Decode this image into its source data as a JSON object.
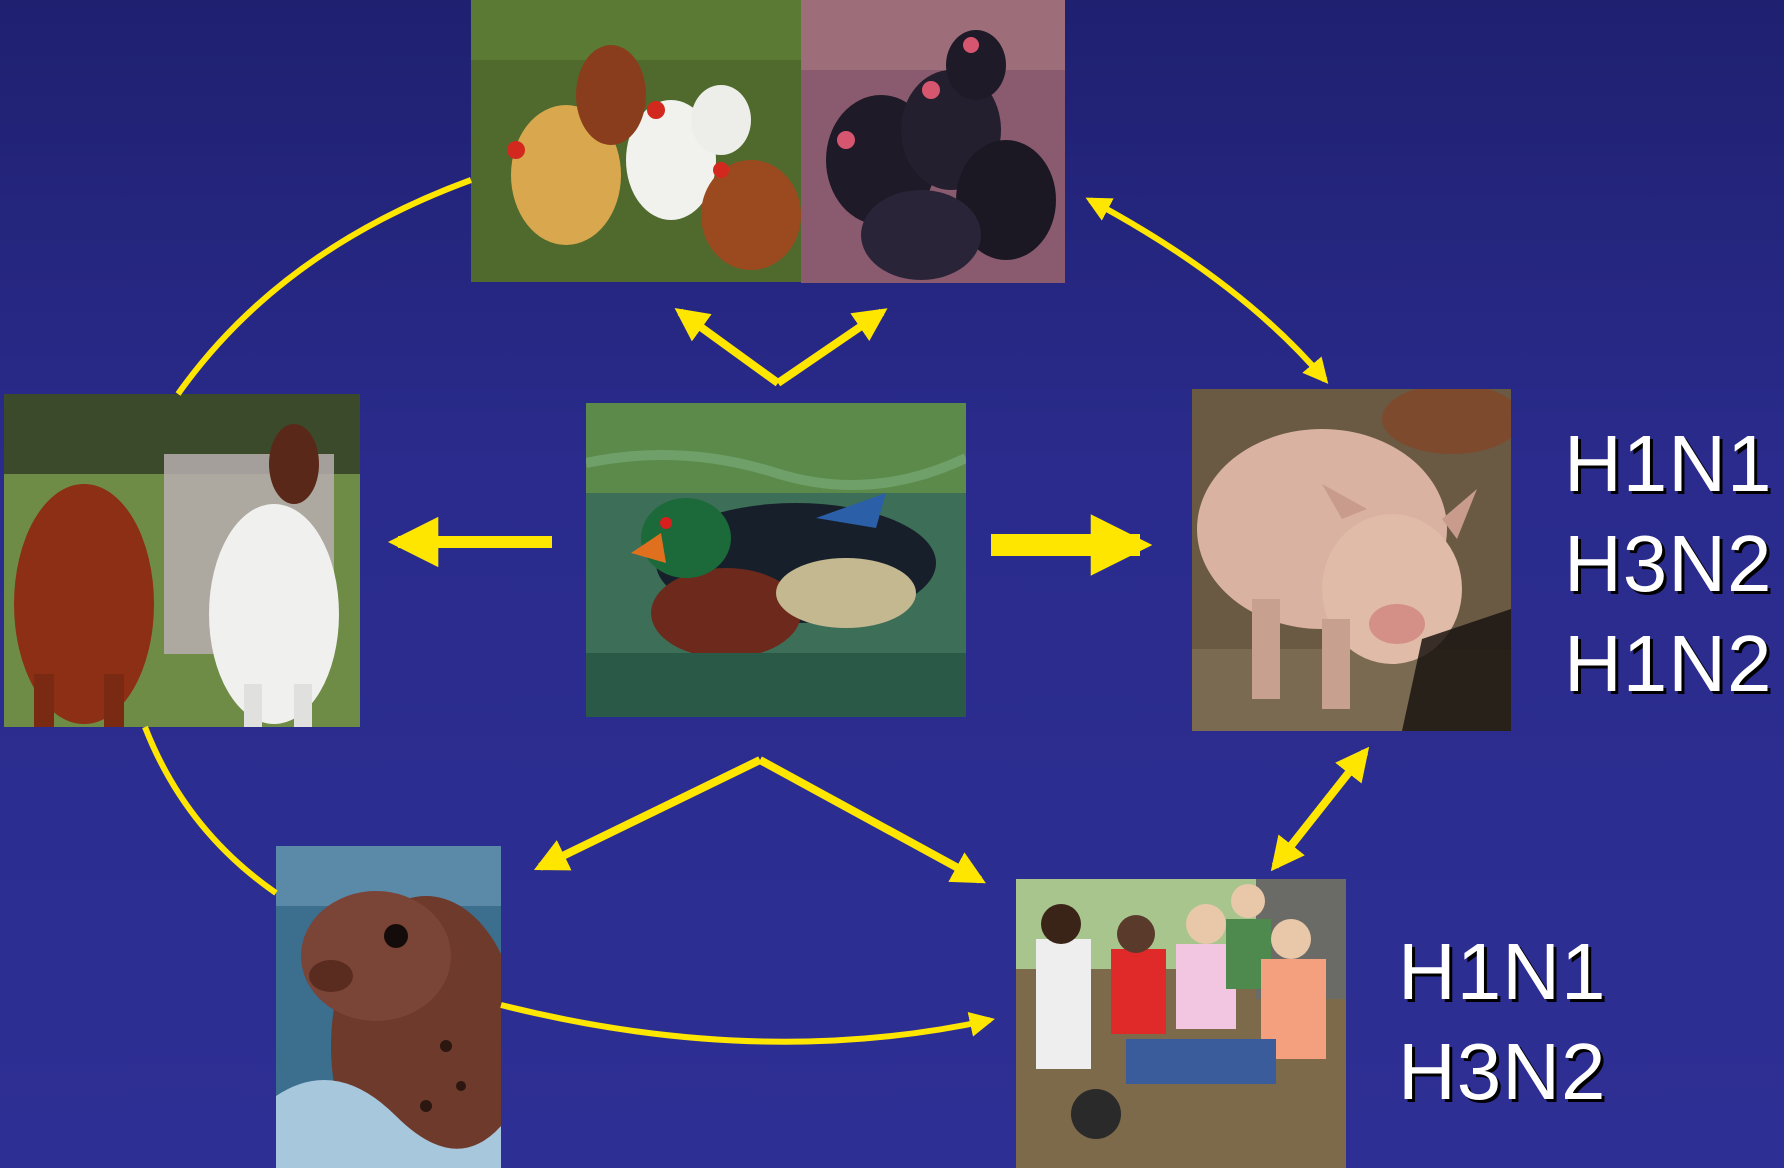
{
  "colors": {
    "background": "#2b2c8a",
    "arrow": "#ffe600",
    "label_text": "#ffffff"
  },
  "hosts": [
    {
      "id": "chickens",
      "icon": "chickens-photo"
    },
    {
      "id": "turkeys",
      "icon": "turkeys-photo"
    },
    {
      "id": "horses",
      "icon": "horses-photo"
    },
    {
      "id": "wild-duck",
      "icon": "duck-photo"
    },
    {
      "id": "pig",
      "icon": "pig-photo"
    },
    {
      "id": "seal",
      "icon": "seal-photo"
    },
    {
      "id": "humans",
      "icon": "children-photo"
    }
  ],
  "pig_subtypes": [
    "H1N1",
    "H3N2",
    "H1N2"
  ],
  "human_subtypes": [
    "H1N1",
    "H3N2"
  ]
}
